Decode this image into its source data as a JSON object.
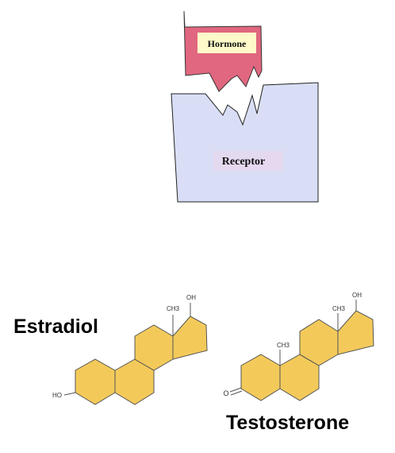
{
  "hormone_receptor": {
    "hormone_label": "Hormone",
    "receptor_label": "Receptor",
    "colors": {
      "hormone_fill": "#e0677f",
      "hormone_label_bg": "#fefac9",
      "receptor_fill": "#d9def6",
      "receptor_label_bg": "#e5d9f0",
      "outline": "#222222"
    }
  },
  "molecules": {
    "estradiol": {
      "name": "Estradiol",
      "methyl": "CH3",
      "hydroxyl_top": "OH",
      "hydroxyl_ring_a": "HO"
    },
    "testosterone": {
      "name": "Testosterone",
      "methyl_c13": "CH3",
      "methyl_c10": "CH3",
      "hydroxyl_top": "OH",
      "ketone": "O"
    },
    "colors": {
      "ring_fill": "#f3ca5a",
      "ring_stroke": "#555555"
    }
  }
}
